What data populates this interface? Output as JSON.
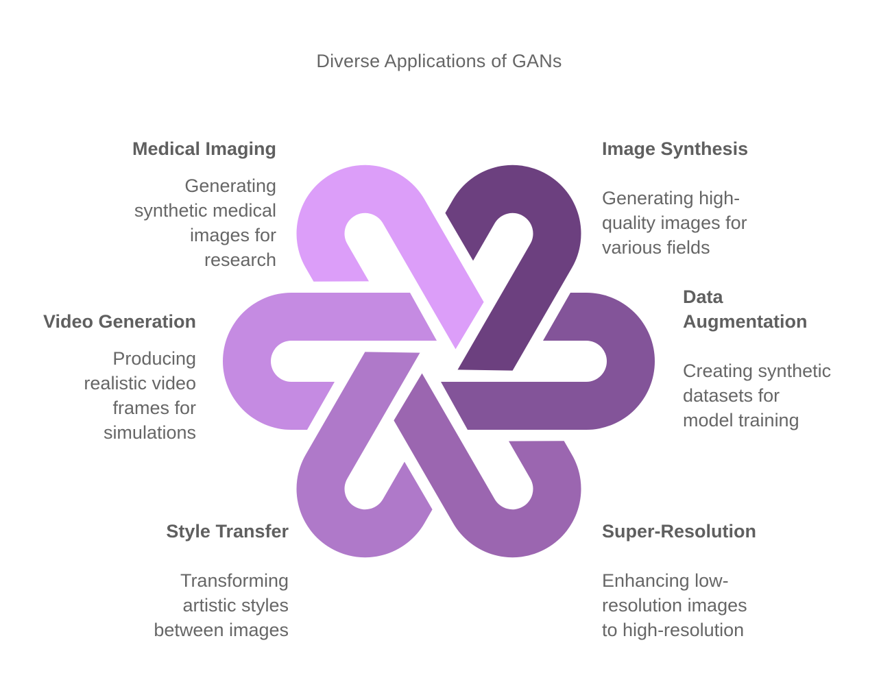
{
  "title": "Diverse Applications of GANs",
  "colors": {
    "video_generation": "#C58BE2",
    "medical_imaging": "#DC9EF9",
    "image_synthesis": "#6C407F",
    "data_augmentation": "#835499",
    "super_resolution": "#9B66B0",
    "style_transfer": "#AF79C9",
    "text": "#666666"
  },
  "items": [
    {
      "id": "medical_imaging",
      "heading": "Medical Imaging",
      "desc_lines": [
        "Generating",
        "synthetic medical",
        "images for",
        "research"
      ]
    },
    {
      "id": "image_synthesis",
      "heading": "Image Synthesis",
      "desc_lines": [
        "Generating high-",
        "quality images for",
        "various fields"
      ]
    },
    {
      "id": "data_augmentation",
      "heading_lines": [
        "Data",
        "Augmentation"
      ],
      "desc_lines": [
        "Creating synthetic",
        "datasets for",
        "model training"
      ]
    },
    {
      "id": "video_generation",
      "heading": "Video Generation",
      "desc_lines": [
        "Producing",
        "realistic video",
        "frames for",
        "simulations"
      ]
    },
    {
      "id": "style_transfer",
      "heading": "Style Transfer",
      "desc_lines": [
        "Transforming",
        "artistic styles",
        "between images"
      ]
    },
    {
      "id": "super_resolution",
      "heading": "Super-Resolution",
      "desc_lines": [
        "Enhancing low-",
        "resolution images",
        "to high-resolution"
      ]
    }
  ]
}
